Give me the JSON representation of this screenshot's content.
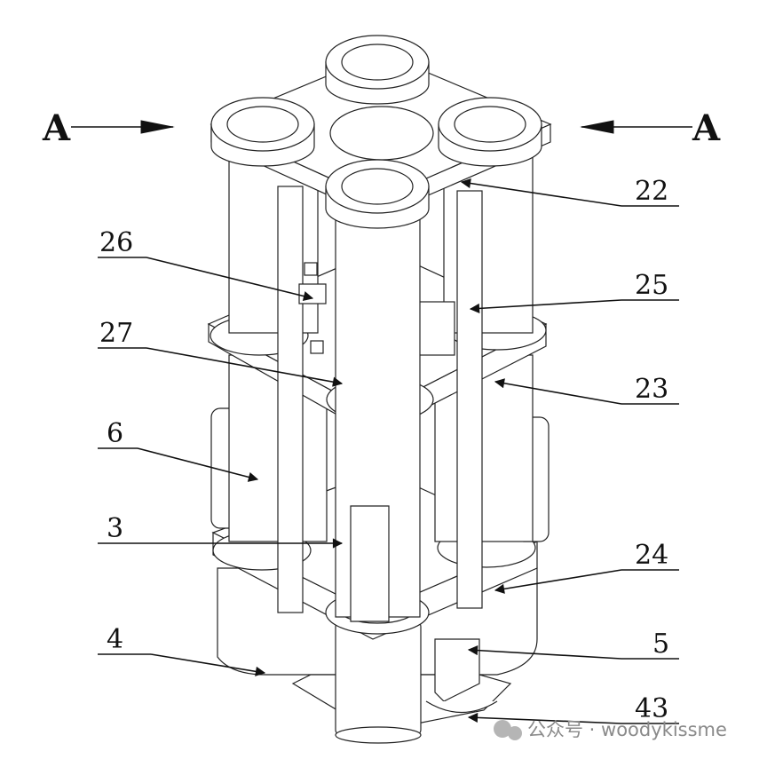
{
  "figure": {
    "section_labels": [
      "A",
      "A"
    ],
    "part_labels": {
      "p22": "22",
      "p26": "26",
      "p25": "25",
      "p27": "27",
      "p23": "23",
      "p6": "6",
      "p3": "3",
      "p24": "24",
      "p4": "4",
      "p5": "5",
      "p43": "43"
    },
    "watermark": "公众号 · woodykissme"
  },
  "colors": {
    "ink": "#111111",
    "watermark": "#8a8a8a",
    "background": "#ffffff"
  }
}
